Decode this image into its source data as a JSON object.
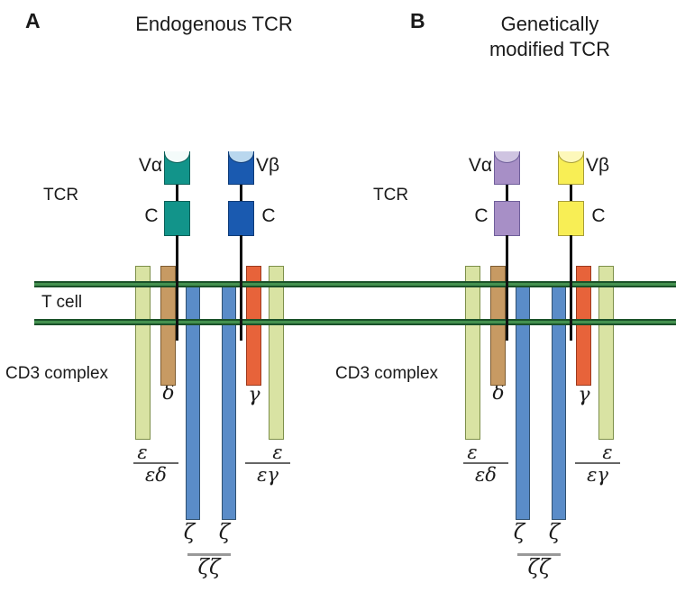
{
  "colors": {
    "teal": "#12948a",
    "teal_border": "#0b5f58",
    "blue": "#1a5ab0",
    "blue_border": "#0f3c78",
    "purple": "#a78fc6",
    "purple_border": "#6f5f9a",
    "yellow": "#f8ee55",
    "yellow_border": "#a79d38",
    "notch_teal": "#f4fbfa",
    "notch_blue": "#b9d7ee",
    "notch_purple": "#cfc4e1",
    "notch_yellow": "#fdf8bb",
    "light_green": "#d9e3a3",
    "light_green_border": "#7d8f4a",
    "tan": "#c79a63",
    "tan_border": "#7d5c32",
    "orange": "#e7633a",
    "orange_border": "#9c3a1e",
    "zeta_blue": "#5a8cc8",
    "zeta_blue_border": "#30506f",
    "membrane_fill": "#44914f",
    "membrane_edge": "#1a5129"
  },
  "membrane": {
    "label": "T cell"
  },
  "panels": [
    {
      "letter": "A",
      "title_line1": "Endogenous TCR",
      "title_line2": "",
      "tcr": "TCR",
      "v_alpha": "Vα",
      "v_beta": "Vβ",
      "c_alpha": "C",
      "c_beta": "C",
      "cd3": "CD3 complex",
      "delta": "δ",
      "gamma": "γ",
      "eps_left_num": "ε",
      "eps_left_den": "εδ",
      "eps_right_num": "ε",
      "eps_right_den": "εγ",
      "zeta_1": "ζ",
      "zeta_2": "ζ",
      "zeta_den": "ζζ"
    },
    {
      "letter": "B",
      "title_line1": "Genetically",
      "title_line2": "modified TCR",
      "tcr": "TCR",
      "v_alpha": "Vα",
      "v_beta": "Vβ",
      "c_alpha": "C",
      "c_beta": "C",
      "cd3": "CD3 complex",
      "delta": "δ",
      "gamma": "γ",
      "eps_left_num": "ε",
      "eps_left_den": "εδ",
      "eps_right_num": "ε",
      "eps_right_den": "εγ",
      "zeta_1": "ζ",
      "zeta_2": "ζ",
      "zeta_den": "ζζ"
    }
  ]
}
